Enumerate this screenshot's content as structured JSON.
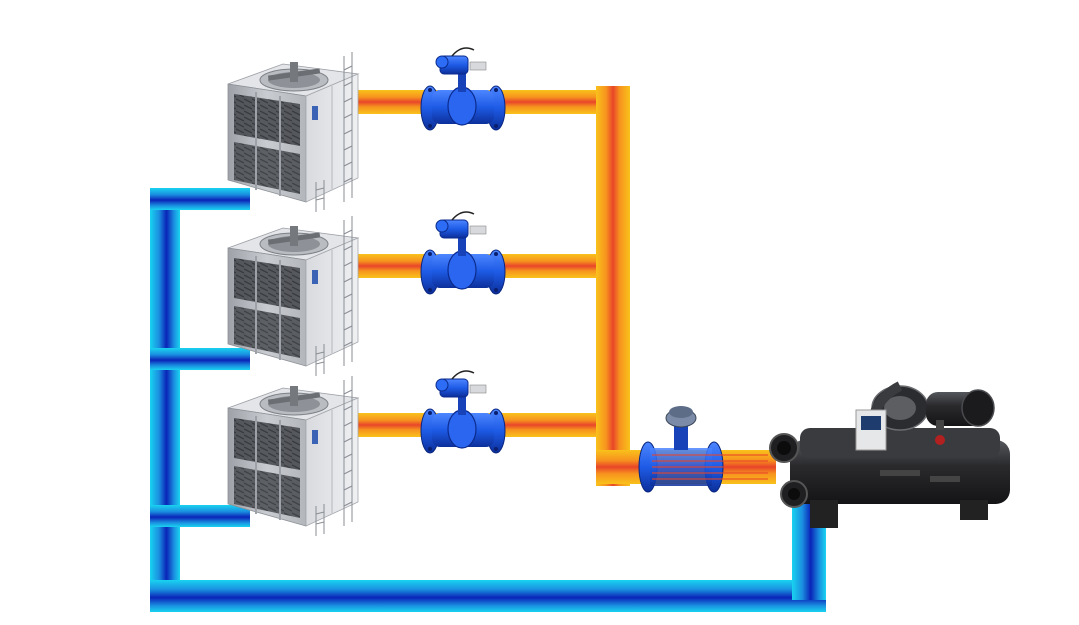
{
  "diagram": {
    "type": "cooling-tower-chiller-piping",
    "components": {
      "cooling_towers": [
        {
          "name": "cooling-tower-1"
        },
        {
          "name": "cooling-tower-2"
        },
        {
          "name": "cooling-tower-3"
        }
      ],
      "tower_valves": [
        {
          "name": "motorized-valve-1"
        },
        {
          "name": "motorized-valve-2"
        },
        {
          "name": "motorized-valve-3"
        }
      ],
      "flow_meter": {
        "name": "flow-meter"
      },
      "chiller": {
        "name": "centrifugal-chiller"
      }
    },
    "colors": {
      "hot_pipe_outer": "#f9c21b",
      "hot_pipe_mid": "#f7931e",
      "hot_pipe_core": "#e8452a",
      "cold_pipe_outer": "#19d3f0",
      "cold_pipe_mid": "#1a8fe0",
      "cold_pipe_core": "#0a24b8",
      "valve_blue": "#1e5be6",
      "tower_body": "#c9ccd1",
      "chiller_body": "#2a2a2d"
    }
  }
}
